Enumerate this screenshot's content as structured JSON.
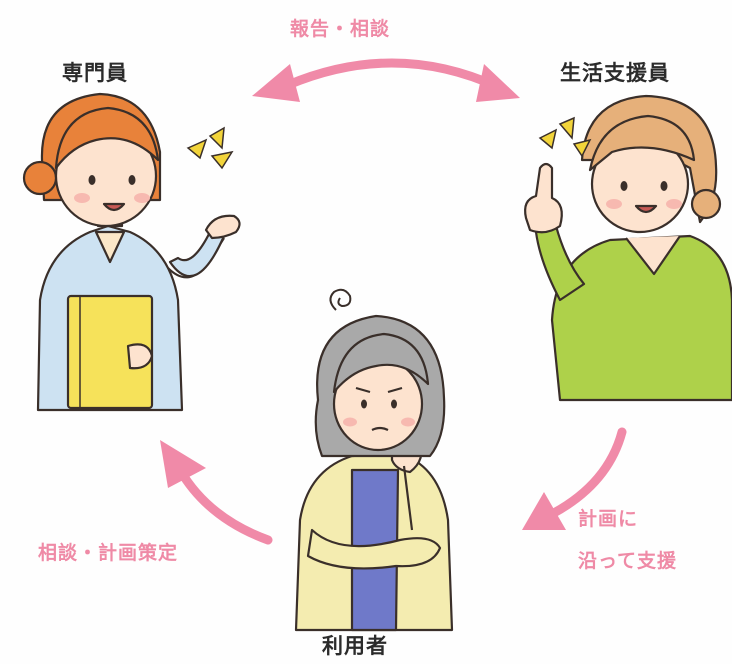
{
  "roles": {
    "specialist": "専門員",
    "support_worker": "生活支援員",
    "user": "利用者"
  },
  "flows": {
    "top": "報告・相談",
    "left": "相談・計画策定",
    "right_line1": "計画に",
    "right_line2": "沿って支援"
  },
  "colors": {
    "arrow": "#f08aa8",
    "specialist_hair": "#e8823a",
    "specialist_jacket": "#cde2f2",
    "folder": "#f6e25a",
    "support_shirt": "#aed14a",
    "support_hair": "#e6b07a",
    "user_hair": "#a9a9a9",
    "user_cardigan": "#f4ecb0",
    "user_inner": "#6f79c9"
  }
}
